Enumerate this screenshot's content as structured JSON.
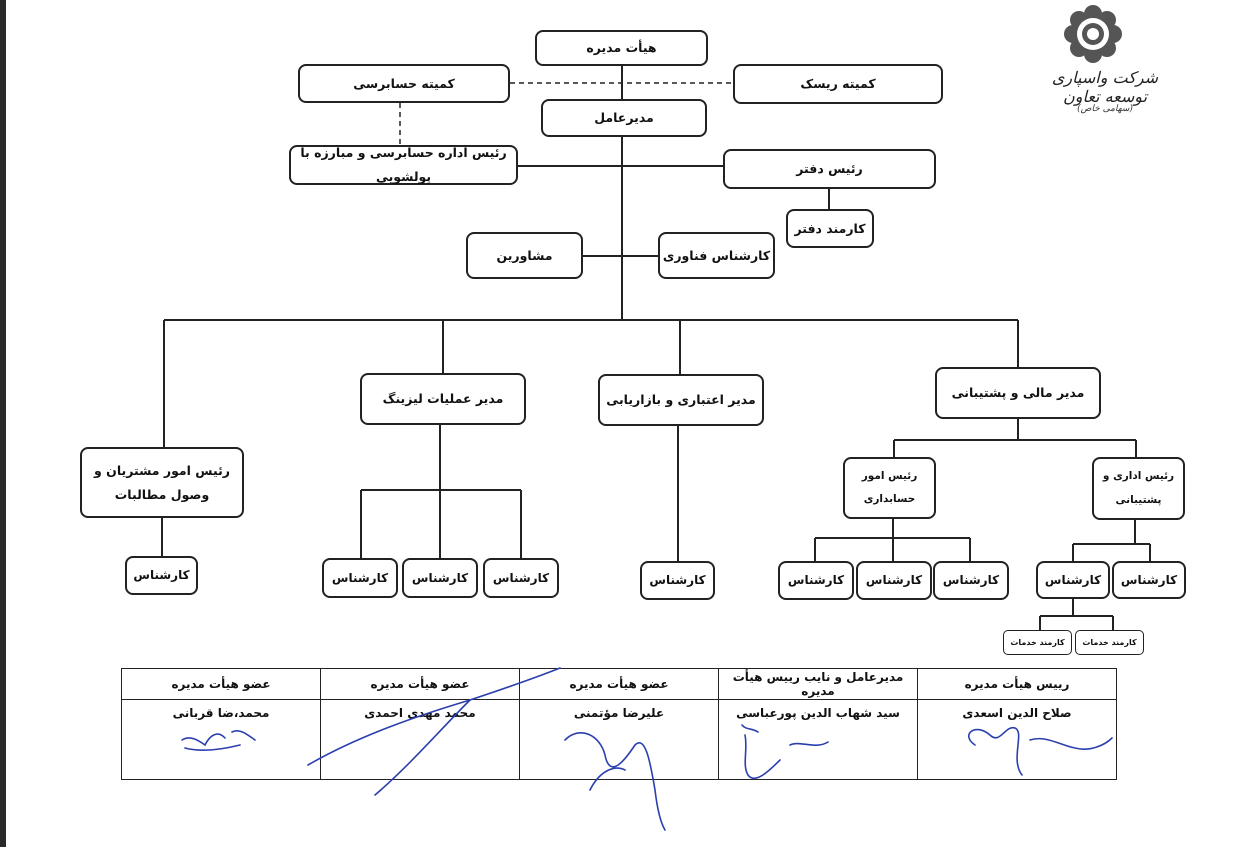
{
  "logo": {
    "name": "شرکت واسپاری توسعه تعاون",
    "sub": "(سهامی خاص)"
  },
  "org": {
    "board": "هیأت مدیره",
    "audit_committee": "کمیته حسابرسی",
    "risk_committee": "کمیته ریسک",
    "ceo": "مدیرعامل",
    "audit_head": "رئیس اداره حسابرسی و مبارزه با پولشویی",
    "office_head": "رئیس دفتر",
    "office_clerk": "کارمند دفتر",
    "advisors": "مشاورین",
    "it_expert": "کارشناس فناوری",
    "finance_manager": "مدیر مالی و پشتیبانی",
    "credit_manager": "مدیر اعتباری و بازاریابی",
    "leasing_manager": "مدیر عملیات لیزینگ",
    "customer_head_line1": "رئیس امور مشتریان و",
    "customer_head_line2": "وصول مطالبات",
    "admin_head_line1": "رئیس اداری و",
    "admin_head_line2": "پشتیبانی",
    "accounting_head_line1": "رئیس امور",
    "accounting_head_line2": "حسابداری",
    "expert": "کارشناس",
    "service_staff": "کارمند خدمات"
  },
  "signatures": {
    "columns": [
      {
        "role": "رییس هیأت مدیره",
        "name": "صلاح الدین اسعدی"
      },
      {
        "role": "مدیرعامل و نایب رییس هیأت مدیره",
        "name": "سید شهاب الدین پورعباسی"
      },
      {
        "role": "عضو هیأت مدیره",
        "name": "علیرضا مؤتمنی"
      },
      {
        "role": "عضو هیأت مدیره",
        "name": "محمد مهدی احمدی"
      },
      {
        "role": "عضو هیأت مدیره",
        "name": "محمد،ضا قربانی"
      }
    ]
  }
}
